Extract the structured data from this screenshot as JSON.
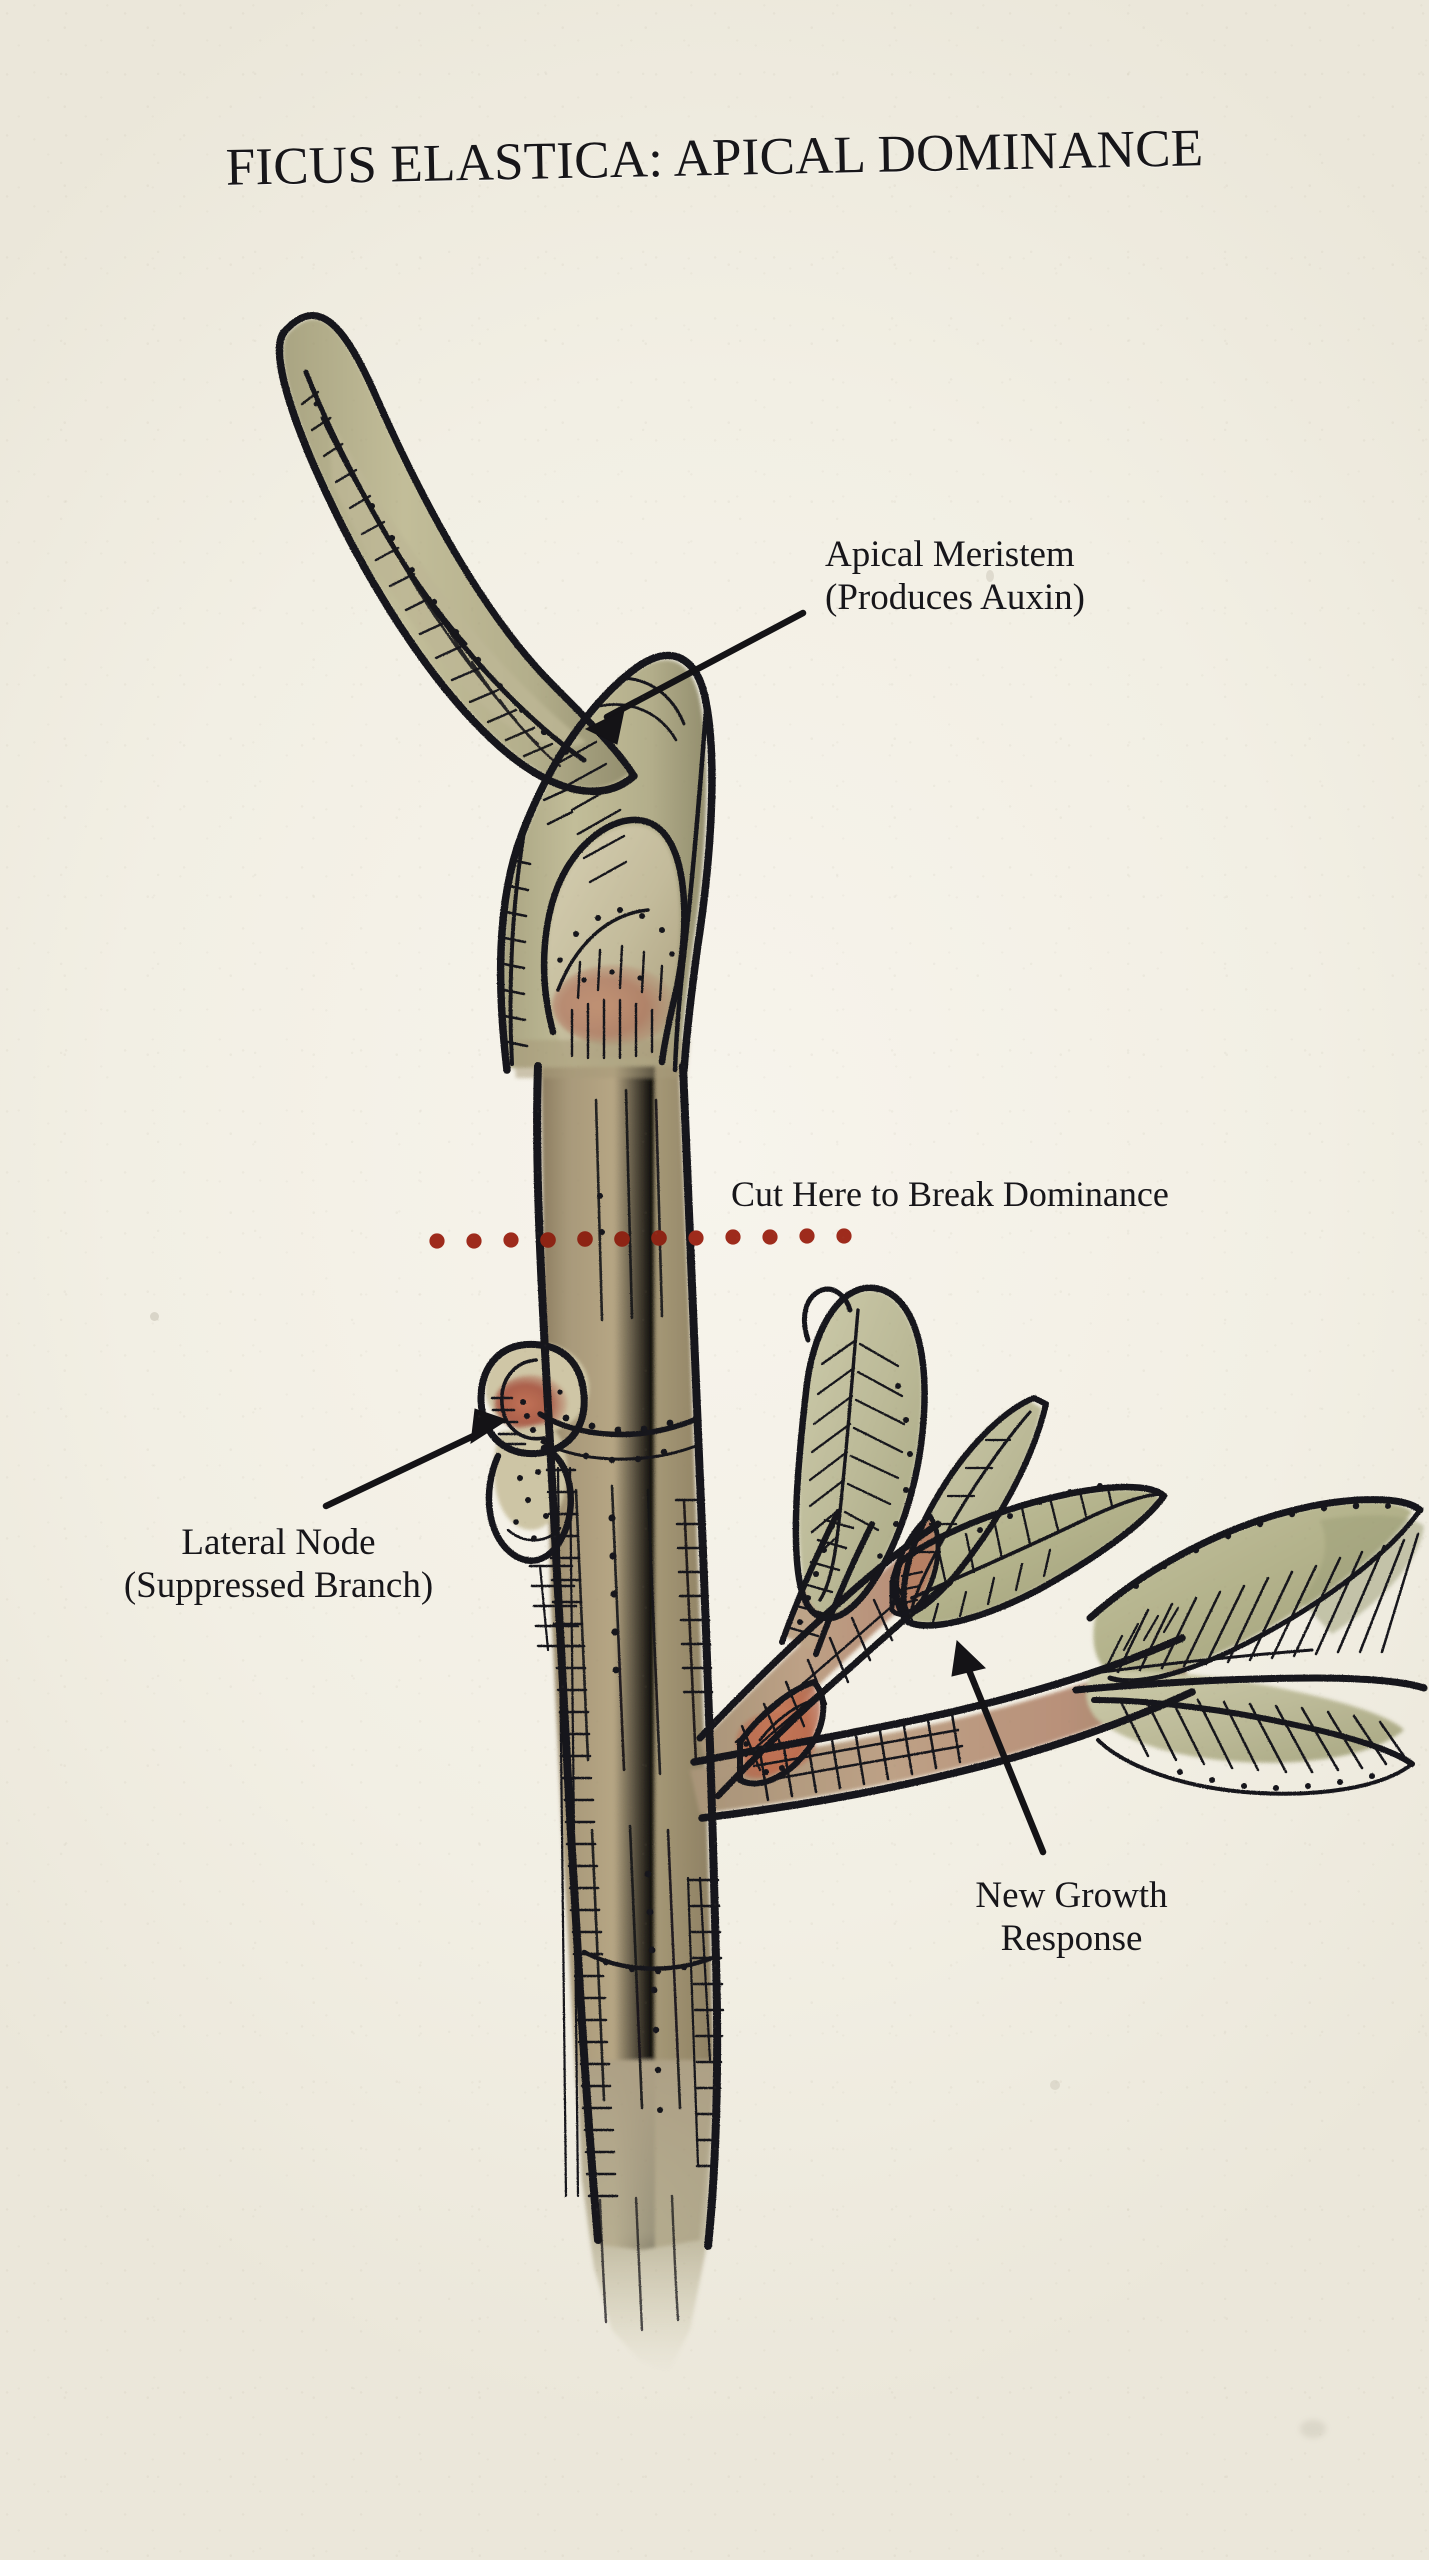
{
  "page": {
    "title": "FICUS ELASTICA: APICAL DOMINANCE",
    "medium": "ink-and-watercolor botanical illustration",
    "paper_color": "#f3f0e6",
    "ink_color": "#17161a"
  },
  "labels": {
    "apical": {
      "line1": "Apical Meristem",
      "line2": "(Produces Auxin)"
    },
    "cut": {
      "line1": "Cut Here to Break Dominance"
    },
    "lateral": {
      "line1": "Lateral Node",
      "line2": "(Suppressed Branch)"
    },
    "newgrowth": {
      "line1": "New Growth",
      "line2": "Response"
    }
  },
  "cut_line": {
    "color": "#9e2b1c",
    "dot_count": 22,
    "dot_radius": 7.5
  },
  "palette": {
    "stem_brown": "#a4977a",
    "stem_shadow": "#8a7a5e",
    "stem_warm": "#b09a78",
    "leaf_sage": "#b9b894",
    "leaf_sage_dark": "#9d9c76",
    "bud_cream": "#cfc8a8",
    "node_red": "#b05c46",
    "scar_salmon": "#c07a5e",
    "outline": "#17161a"
  },
  "chart_data": {
    "type": "diagram",
    "title": "FICUS ELASTICA: APICAL DOMINANCE",
    "annotations": [
      {
        "id": "apical-meristem",
        "text": "Apical Meristem (Produces Auxin)",
        "points_to": "terminal bud at stem apex",
        "arrow": true
      },
      {
        "id": "cut-line",
        "text": "Cut Here to Break Dominance",
        "points_to": "horizontal red dotted line across the stem",
        "arrow": false
      },
      {
        "id": "lateral-node",
        "text": "Lateral Node (Suppressed Branch)",
        "points_to": "dormant bud on left side of stem",
        "arrow": true
      },
      {
        "id": "new-growth",
        "text": "New Growth Response",
        "points_to": "branching shoot with young leaves at right",
        "arrow": true
      }
    ]
  }
}
